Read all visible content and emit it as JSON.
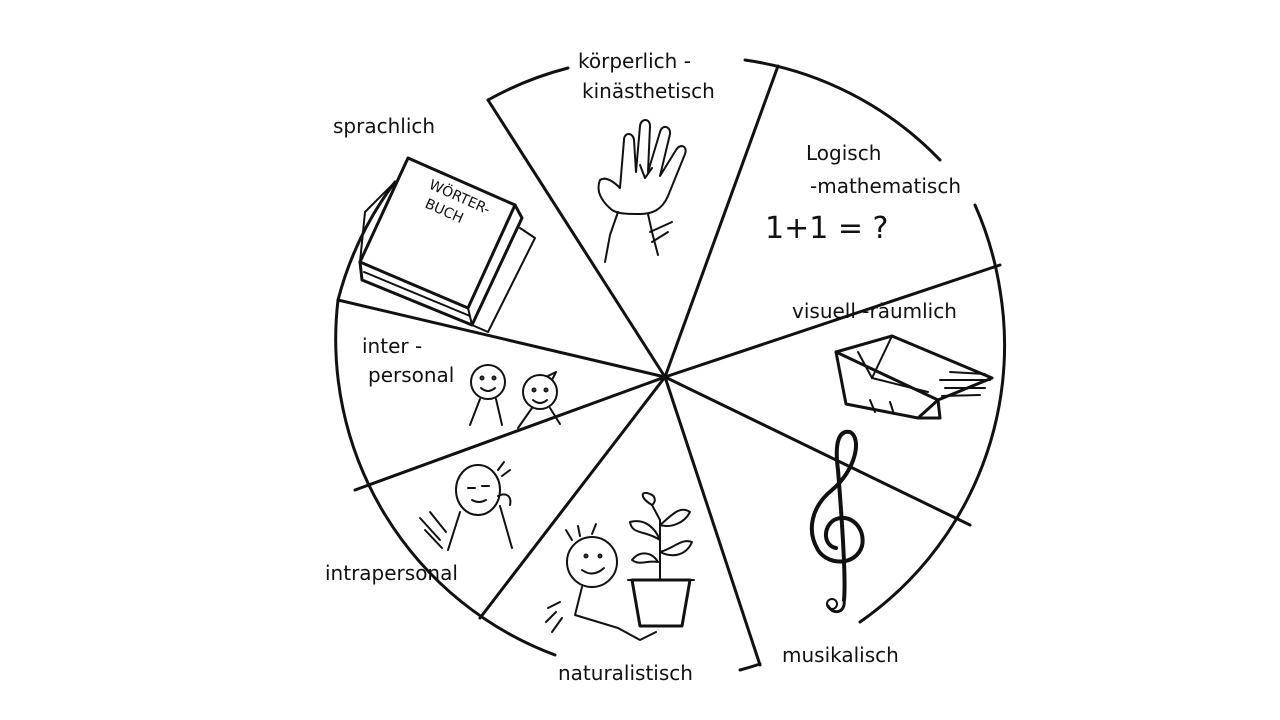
{
  "diagram": {
    "segments": {
      "koerperlich_line1": "körperlich -",
      "koerperlich_line2": "kinästhetisch",
      "logisch_line1": "Logisch",
      "logisch_line2": "-mathematisch",
      "logisch_formula": "1+1 = ?",
      "visuell": "visuell -räumlich",
      "musikalisch": "musikalisch",
      "naturalistisch": "naturalistisch",
      "intrapersonal": "intrapersonal",
      "inter_line1": "inter -",
      "inter_line2": "personal",
      "sprachlich": "sprachlich",
      "book_line1": "WÖRTER-",
      "book_line2": "BUCH"
    }
  }
}
